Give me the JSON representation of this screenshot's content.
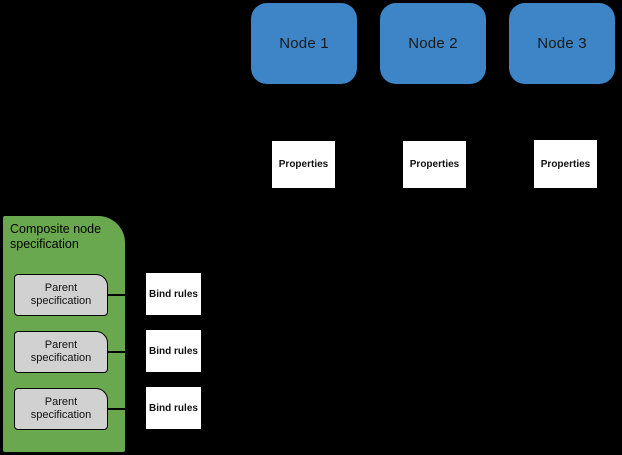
{
  "colors": {
    "background": "#000000",
    "node_fill": "#3d85c6",
    "composite_fill": "#6aa84f",
    "parent_fill": "#d1d1d1",
    "white_box_fill": "#ffffff",
    "text": "#1a1a1a",
    "connector": "#000000"
  },
  "nodes": [
    {
      "label": "Node 1"
    },
    {
      "label": "Node 2"
    },
    {
      "label": "Node 3"
    }
  ],
  "properties_boxes": [
    {
      "label": "Properties"
    },
    {
      "label": "Properties"
    },
    {
      "label": "Properties"
    }
  ],
  "composite": {
    "title": "Composite node specification",
    "parents": [
      {
        "label": "Parent specification"
      },
      {
        "label": "Parent specification"
      },
      {
        "label": "Parent specification"
      }
    ]
  },
  "bind_rules": [
    {
      "label": "Bind rules"
    },
    {
      "label": "Bind rules"
    },
    {
      "label": "Bind rules"
    }
  ]
}
